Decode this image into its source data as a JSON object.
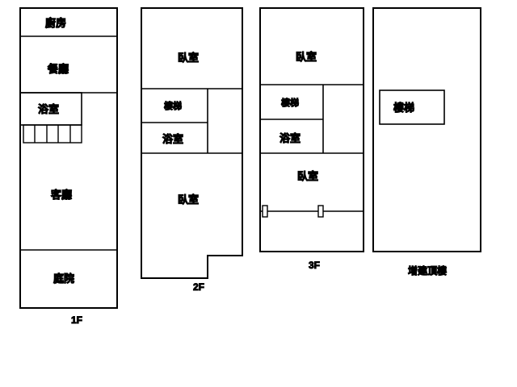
{
  "diagram_title": "residential floor plan",
  "colors": {
    "line": "#000000",
    "background": "#ffffff"
  },
  "floors": [
    {
      "label": "1F",
      "rooms": {
        "kitchen": "廚房",
        "dining": "餐廳",
        "bath": "浴室",
        "living": "客廳",
        "yard": "庭院"
      }
    },
    {
      "label": "2F",
      "rooms": {
        "bedroom_top": "臥室",
        "stairs": "樓梯",
        "bath": "浴室",
        "bedroom_bottom": "臥室"
      }
    },
    {
      "label": "3F",
      "rooms": {
        "bedroom_top": "臥室",
        "stairs": "樓梯",
        "bath": "浴室",
        "bedroom_mid": "臥室"
      }
    },
    {
      "label": "增建頂樓",
      "rooms": {
        "stairs": "樓梯"
      }
    }
  ]
}
